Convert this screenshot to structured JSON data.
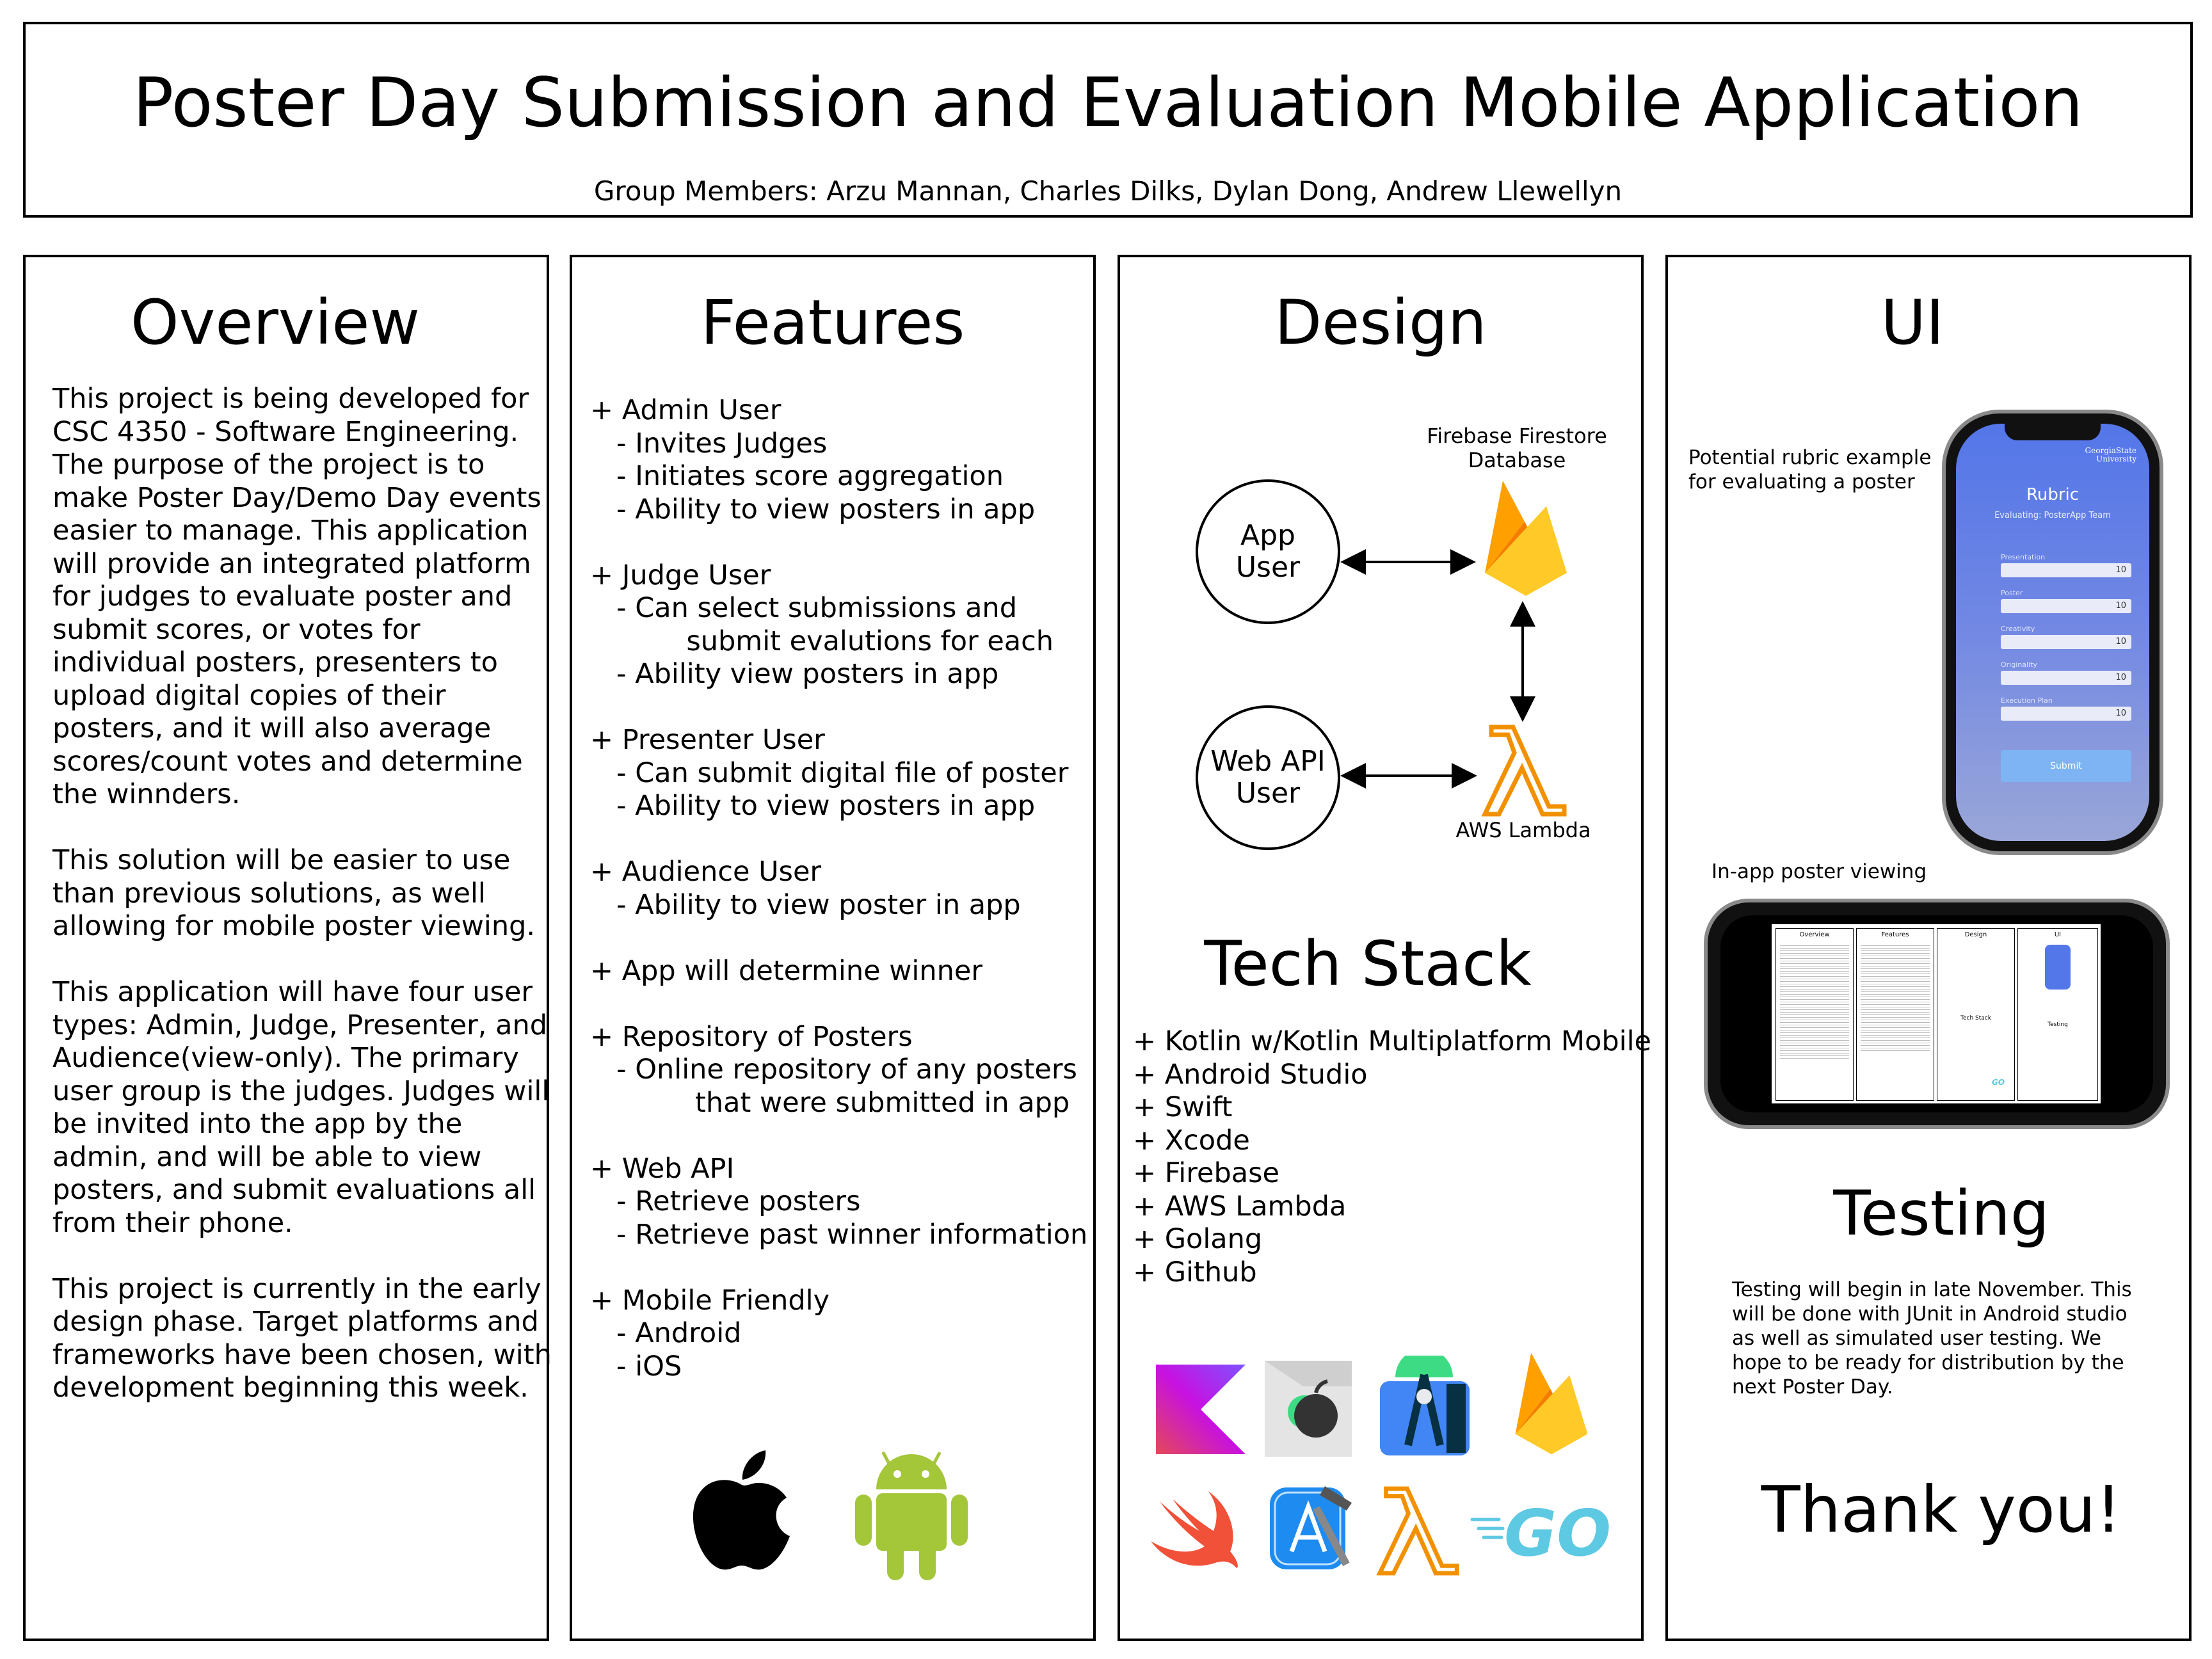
{
  "title": "Poster Day Submission and Evaluation Mobile Application",
  "group_members": "Group Members: Arzu Mannan, Charles Dilks, Dylan Dong, Andrew Llewellyn",
  "overview": {
    "heading": "Overview",
    "paragraphs": [
      [
        "This project is being developed for",
        "CSC 4350 - Software Engineering.",
        "The purpose of the project is to",
        "make Poster Day/Demo Day events",
        "easier to manage. This application",
        "will provide an integrated platform",
        "for judges to evaluate poster and",
        "submit scores, or votes for",
        "individual posters, presenters to",
        "upload digital copies of their",
        "posters, and it will also average",
        "scores/count votes and determine",
        "the winnders."
      ],
      [
        "This solution will be easier to use",
        "than previous solutions, as well",
        "allowing for mobile poster viewing."
      ],
      [
        "This application will have four user",
        "types: Admin, Judge, Presenter, and",
        "Audience(view-only). The primary",
        "user group is the judges. Judges will",
        "be invited into the app by the",
        "admin, and will be able to view",
        "posters, and submit evaluations all",
        "from their phone."
      ],
      [
        "This project is currently in the early",
        "design phase. Target platforms and",
        "frameworks have been chosen, with",
        "development beginning this week."
      ]
    ]
  },
  "features": {
    "heading": "Features",
    "groups": [
      [
        "+ Admin User",
        "   - Invites Judges",
        "   - Initiates score aggregation",
        "   - Ability to view posters in app"
      ],
      [
        "+ Judge User",
        "   - Can select submissions and",
        "           submit evalutions for each",
        "   - Ability view posters in app"
      ],
      [
        "+ Presenter User",
        "   - Can submit digital file of poster",
        "   - Ability to view posters in app"
      ],
      [
        "+ Audience User",
        "   - Ability to view poster in app"
      ],
      [
        "+ App will determine winner"
      ],
      [
        "+ Repository of Posters",
        "   - Online repository of any posters",
        "            that were submitted in app"
      ],
      [
        "+ Web API",
        "   - Retrieve posters",
        "   - Retrieve past winner information"
      ],
      [
        "+ Mobile Friendly",
        "   - Android",
        "   - iOS"
      ]
    ]
  },
  "design": {
    "heading": "Design",
    "app_user": [
      "App",
      "User"
    ],
    "web_api_user": [
      "Web API",
      "User"
    ],
    "firebase_label": [
      "Firebase Firestore",
      "Database"
    ],
    "lambda_label": "AWS Lambda"
  },
  "tech_stack": {
    "heading": "Tech Stack",
    "items": [
      "+ Kotlin w/Kotlin Multiplatform Mobile",
      "+ Android Studio",
      "+ Swift",
      "+ Xcode",
      "+ Firebase",
      "+ AWS Lambda",
      "+ Golang",
      "+ Github"
    ]
  },
  "ui": {
    "heading": "UI",
    "rubric_caption": [
      "Potential rubric example",
      "for evaluating a poster"
    ],
    "rubric_screen": {
      "logo_line1": "GeorgiaState",
      "logo_line2": "University",
      "title": "Rubric",
      "subtitle": "Evaluating: PosterApp Team",
      "fields": [
        {
          "label": "Presentation",
          "value": "10"
        },
        {
          "label": "Poster",
          "value": "10"
        },
        {
          "label": "Creativity",
          "value": "10"
        },
        {
          "label": "Originality",
          "value": "10"
        },
        {
          "label": "Execution Plan",
          "value": "10"
        }
      ],
      "submit": "Submit"
    },
    "viewing_caption": "In-app poster viewing",
    "mini_headings": [
      "Overview",
      "Features",
      "Design",
      "UI"
    ],
    "mini_tech": "Tech Stack",
    "mini_testing": "Testing",
    "mini_go": "GO"
  },
  "testing": {
    "heading": "Testing",
    "lines": [
      "Testing will begin in late November. This",
      "will be done with JUnit in Android studio",
      "as well as simulated user testing. We",
      "hope to be ready for distribution by the",
      "next Poster Day."
    ]
  },
  "thanks": "Thank you!",
  "logos": {
    "go_text": "GO",
    "colors": {
      "firebase_yellow": "#FFCA28",
      "firebase_orange": "#F57C00",
      "lambda_orange": "#F29100",
      "android_green": "#A4C639",
      "swift_orange": "#F05138",
      "go_blue": "#5DC9E2",
      "kotlin_purple": "#7F52FF"
    }
  }
}
